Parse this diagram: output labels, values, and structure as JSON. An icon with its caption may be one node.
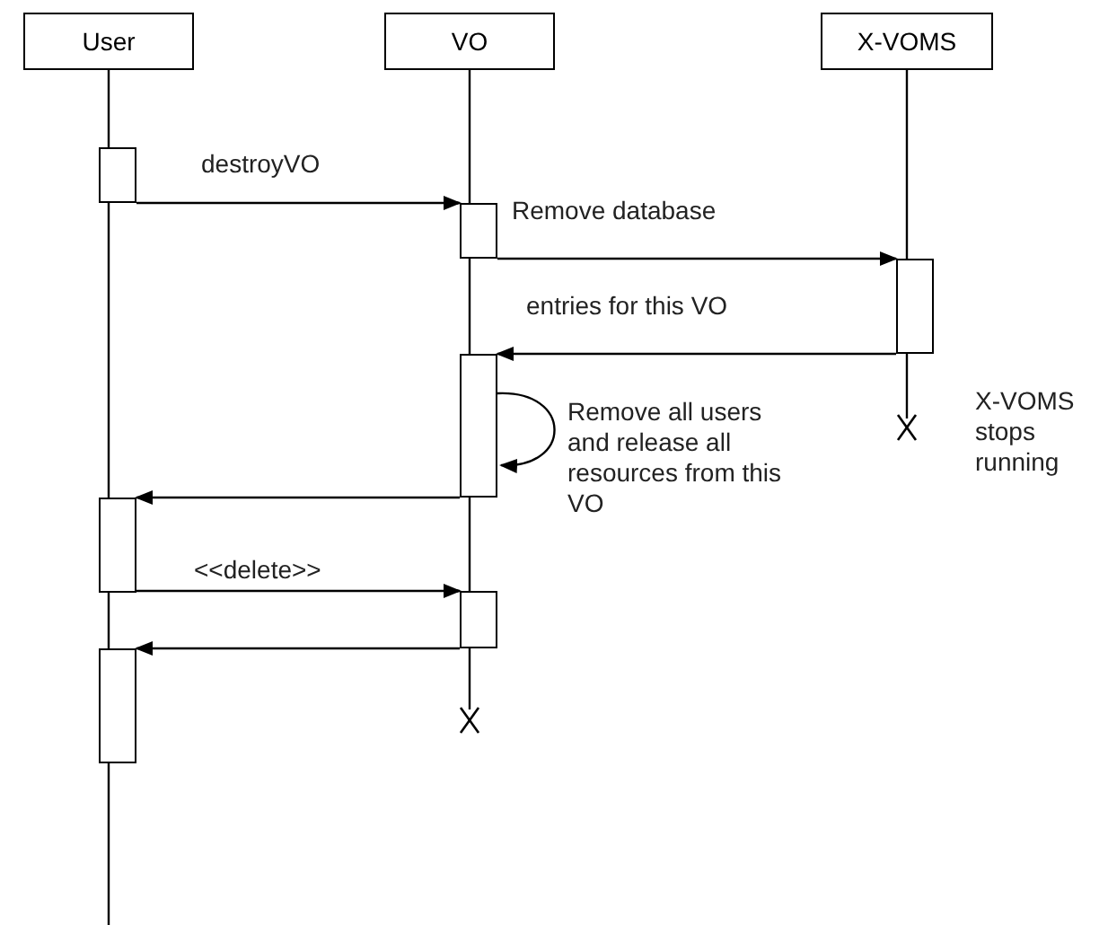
{
  "diagram": {
    "nodes": [
      {
        "text": [
          "User"
        ]
      },
      {
        "text": [
          "VO"
        ]
      },
      {
        "text": [
          "X-VOMS"
        ]
      },
      {
        "text": [],
        "shape": "bar"
      },
      {
        "text": [],
        "shape": "bar"
      },
      {
        "text": [],
        "shape": "bar"
      },
      {
        "text": [],
        "shape": "bar"
      },
      {
        "text": [],
        "shape": "bar"
      },
      {
        "text": [],
        "shape": "bar"
      },
      {
        "text": [],
        "shape": "bar"
      }
    ],
    "edges": [
      {
        "from": 3,
        "to": 4,
        "arrow": "to",
        "label": "destroyVO"
      },
      {
        "from": 4,
        "to": 5,
        "arrow": "to",
        "label": "Remove database"
      },
      {
        "from": 5,
        "to": 6,
        "arrow": "to",
        "label": "entries for this VO"
      },
      {
        "from": 6,
        "to": 6,
        "arrow": "to",
        "label": "Remove all users and release all resources from this VO"
      },
      {
        "from": 6,
        "to": 7,
        "arrow": "to"
      },
      {
        "from": 7,
        "to": 8,
        "arrow": "to",
        "label": "<<delete>>"
      },
      {
        "from": 8,
        "to": 9,
        "arrow": "to"
      }
    ],
    "labels": [
      "X-VOMS stops running"
    ]
  }
}
